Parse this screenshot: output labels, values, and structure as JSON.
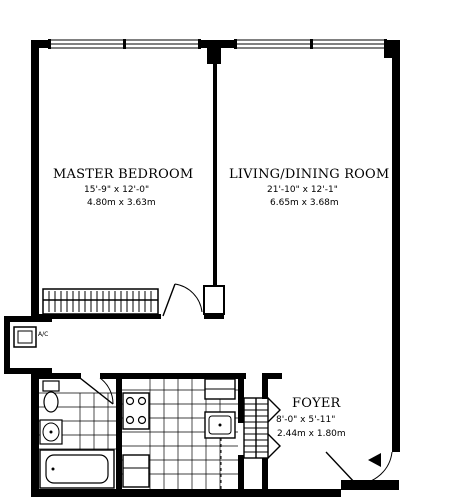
{
  "rooms": {
    "master_bedroom": {
      "name": "MASTER BEDROOM",
      "dim_imperial": "15'-9\" x 12'-0\"",
      "dim_metric": "4.80m x 3.63m"
    },
    "living_dining": {
      "name": "LIVING/DINING ROOM",
      "dim_imperial": "21'-10\" x 12'-1\"",
      "dim_metric": "6.65m x 3.68m"
    },
    "foyer": {
      "name": "FOYER",
      "dim_imperial": "8'-0\" x 5'-11\"",
      "dim_metric": "2.44m x 1.80m"
    }
  },
  "labels": {
    "ac_unit": "A/C"
  }
}
